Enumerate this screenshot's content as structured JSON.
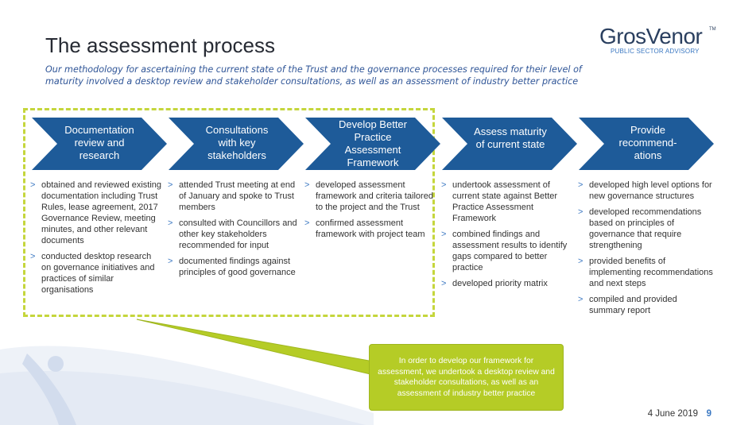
{
  "slide": {
    "title": "The assessment process",
    "subtitle": "Our methodology for ascertaining the current state of the Trust and the governance processes required for their level of maturity involved a desktop review and stakeholder consultations, as well as an assessment of industry better practice"
  },
  "logo": {
    "wordmark": "GrosVenor",
    "trademark": "TM",
    "tagline": "PUBLIC SECTOR ADVISORY"
  },
  "steps": [
    {
      "label": "Documentation review and research",
      "bullets": [
        "obtained and reviewed existing documentation including Trust Rules, lease agreement, 2017 Governance Review, meeting minutes, and other relevant documents",
        "conducted desktop research on governance initiatives and practices of similar organisations"
      ]
    },
    {
      "label": "Consultations with key stakeholders",
      "bullets": [
        "attended Trust meeting at end of January and spoke to Trust members",
        "consulted with Councillors and other key stakeholders recommended for input",
        "documented findings against principles of good governance"
      ]
    },
    {
      "label": "Develop Better Practice Assessment Framework",
      "bullets": [
        "developed assessment framework and criteria tailored to the project and the Trust",
        "confirmed assessment framework with project team"
      ]
    },
    {
      "label": "Assess maturity of current state",
      "bullets": [
        "undertook assessment of current state against Better Practice Assessment Framework",
        "combined findings and assessment results to identify gaps compared to better practice",
        "developed priority matrix"
      ]
    },
    {
      "label": "Provide recommend- ations",
      "bullets": [
        "developed high level options for new governance structures",
        "developed recommendations based on principles of governance that require strengthening",
        "provided benefits of implementing recommendations and next steps",
        "compiled and provided summary report"
      ]
    }
  ],
  "bullet_marker": ">",
  "callout": {
    "text": "In order to develop our framework for assessment, we undertook a desktop review and stakeholder consultations, as well as an assessment of industry better practice"
  },
  "footer": {
    "date": "4 June 2019",
    "page": "9"
  },
  "colors": {
    "chevron": "#1e5b99",
    "accent_green": "#c5d63c",
    "callout_green": "#b5cc26",
    "subtitle_blue": "#2f5597",
    "logo_navy": "#2a3f5f",
    "logo_blue": "#3b78c2"
  }
}
